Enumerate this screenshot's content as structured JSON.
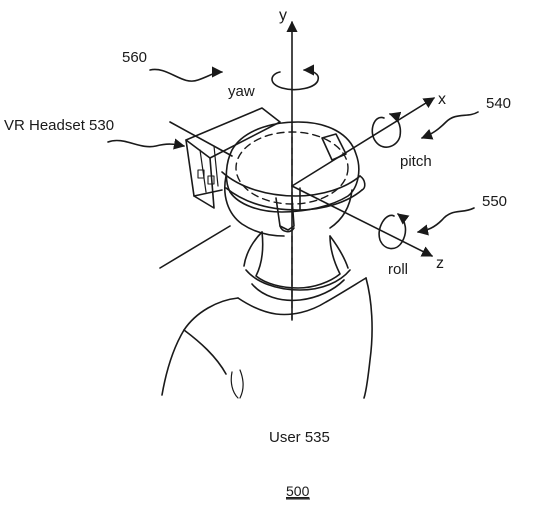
{
  "figure": {
    "number": "500",
    "user_label": "User 535",
    "headset_label": "VR Headset 530"
  },
  "axes": {
    "y": "y",
    "x": "x",
    "z": "z"
  },
  "rotations": {
    "yaw": {
      "label": "yaw",
      "ref": "560"
    },
    "pitch": {
      "label": "pitch",
      "ref": "540"
    },
    "roll": {
      "label": "roll",
      "ref": "550"
    }
  },
  "colors": {
    "line": "#1a1a1a",
    "background": "#ffffff"
  }
}
